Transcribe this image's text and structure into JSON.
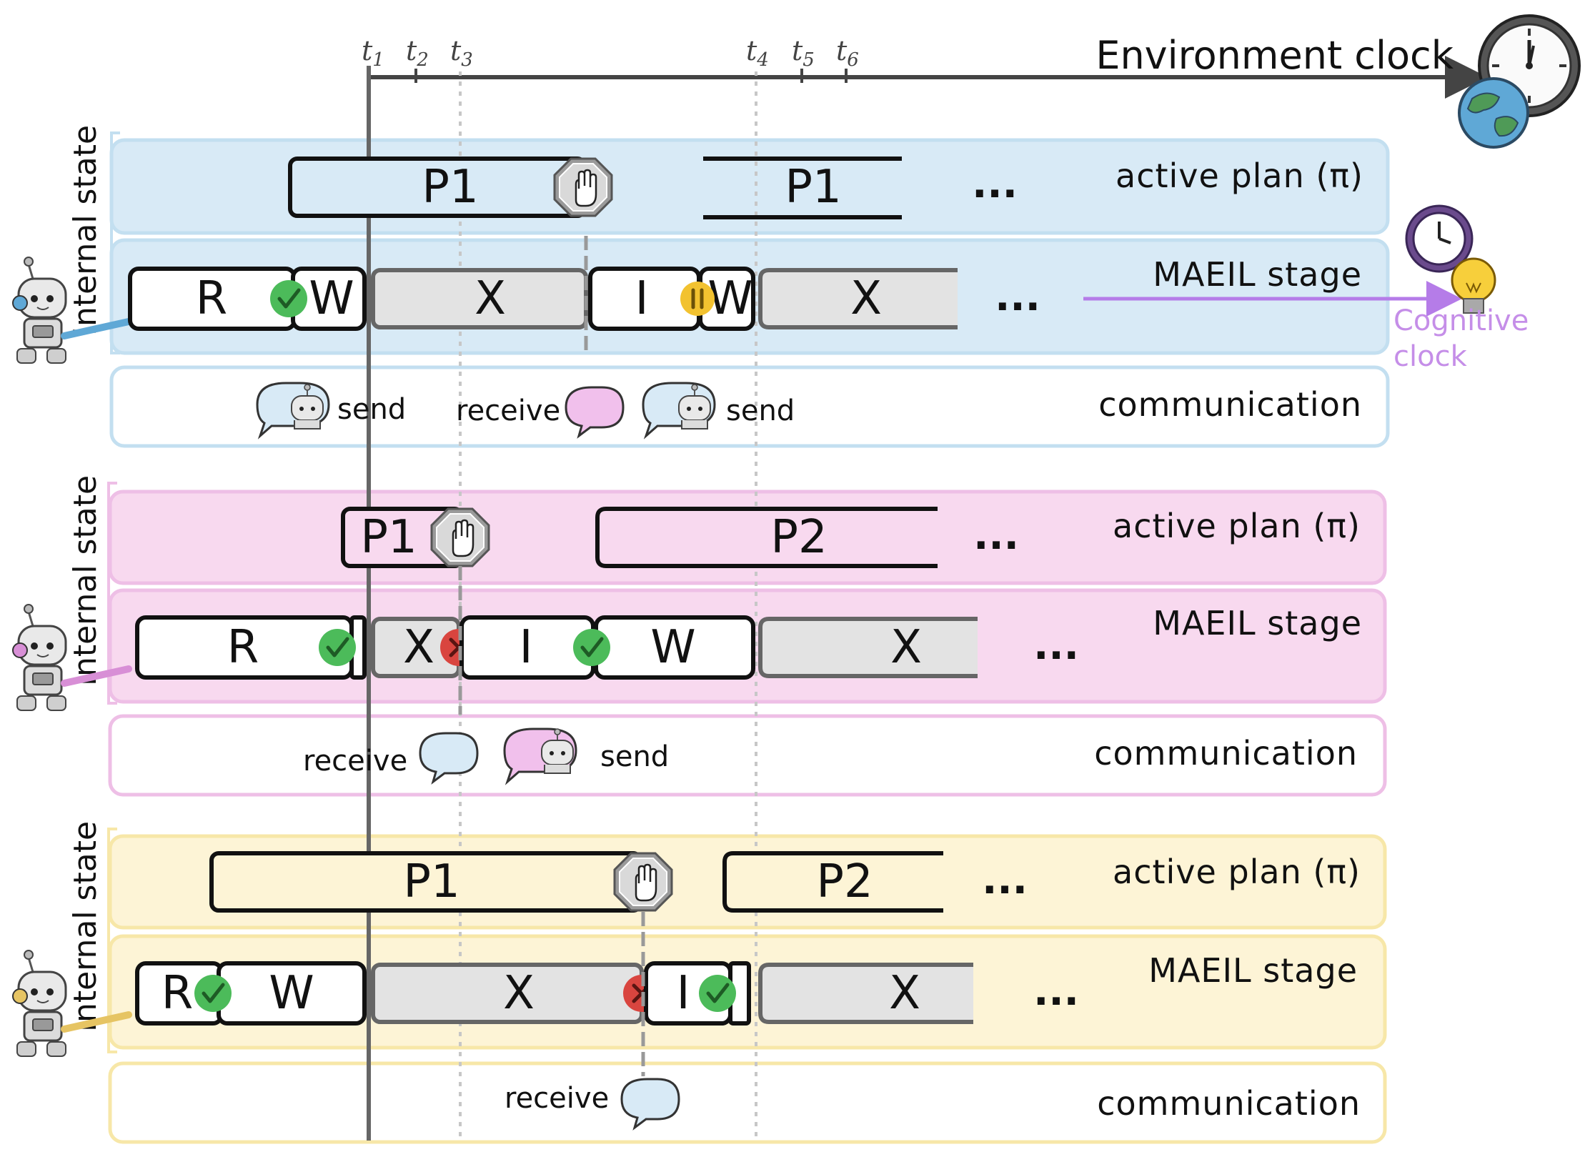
{
  "header": {
    "environment_clock": "Environment clock",
    "cognitive_clock_line1": "Cognitive",
    "cognitive_clock_line2": "clock",
    "ticks": [
      {
        "base": "t",
        "sub": "1"
      },
      {
        "base": "t",
        "sub": "2"
      },
      {
        "base": "t",
        "sub": "3"
      },
      {
        "base": "t",
        "sub": "4"
      },
      {
        "base": "t",
        "sub": "5"
      },
      {
        "base": "t",
        "sub": "6"
      }
    ]
  },
  "agents": [
    {
      "color": "#d8eaf6",
      "border": "#c3dff0",
      "side_label": "Internal state",
      "plan_row_label": "active plan (π)",
      "stage_row_label": "MAEIL stage",
      "comm_row_label": "communication",
      "plans": [
        "P1",
        "P1"
      ],
      "stages": [
        "R",
        "W",
        "X",
        "I",
        "W",
        "X"
      ],
      "comm": [
        "send",
        "receive",
        "send"
      ],
      "ellipsis": "..."
    },
    {
      "color": "#f8d9ef",
      "border": "#eebfe6",
      "side_label": "Internal state",
      "plan_row_label": "active plan (π)",
      "stage_row_label": "MAEIL stage",
      "comm_row_label": "communication",
      "plans": [
        "P1",
        "P2"
      ],
      "stages": [
        "R",
        "X",
        "I",
        "W",
        "X"
      ],
      "comm": [
        "receive",
        "send"
      ],
      "ellipsis": "..."
    },
    {
      "color": "#fdf4d6",
      "border": "#f7e7a8",
      "side_label": "Internal state",
      "plan_row_label": "active plan (π)",
      "stage_row_label": "MAEIL stage",
      "comm_row_label": "communication",
      "plans": [
        "P1",
        "P2"
      ],
      "stages": [
        "R",
        "W",
        "X",
        "I",
        "X"
      ],
      "comm": [
        "receive"
      ],
      "ellipsis": "..."
    }
  ],
  "colors": {
    "check": "#4cbb5a",
    "cross": "#d9453f",
    "pause": "#f2c230",
    "cognitive": "#b57ce8",
    "axis": "#444444",
    "gray_box": "#e3e3e3"
  },
  "icons": [
    "clock-icon",
    "globe-icon",
    "lightbulb-icon",
    "stop-sign-icon",
    "robot-icon",
    "speech-bubble-icon",
    "check-icon",
    "cross-icon",
    "pause-icon"
  ]
}
